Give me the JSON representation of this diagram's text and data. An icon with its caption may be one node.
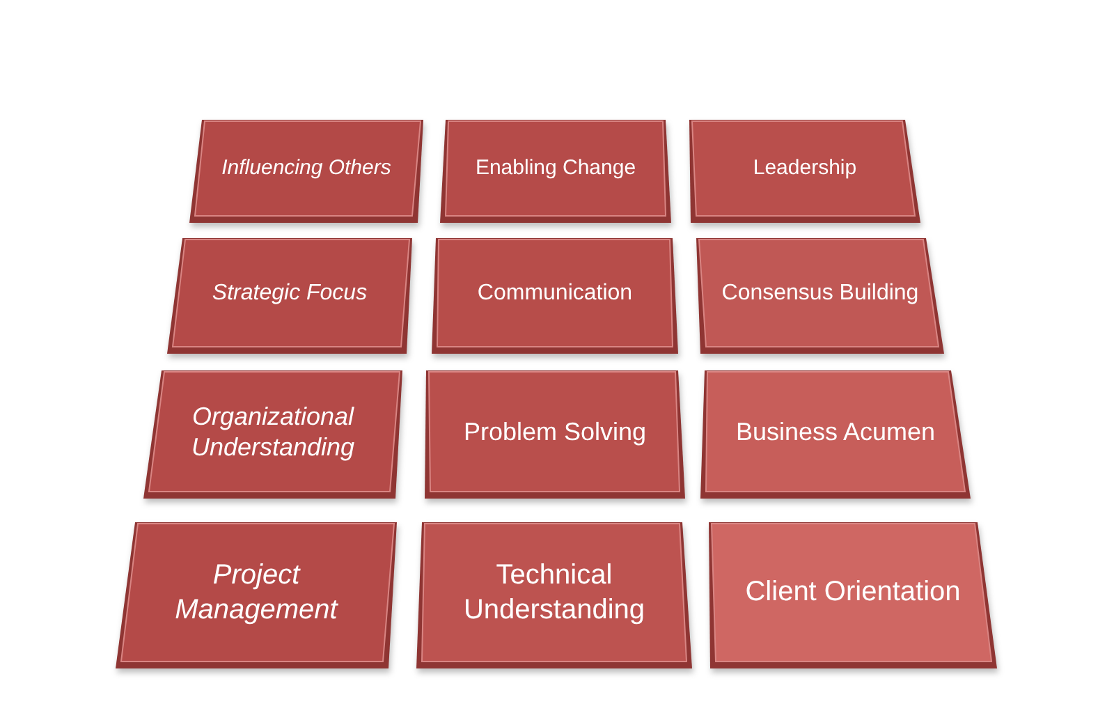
{
  "diagram": {
    "nodes": [
      {
        "text": [
          "Influencing Others"
        ]
      },
      {
        "text": [
          "Enabling Change"
        ]
      },
      {
        "text": [
          "Leadership"
        ]
      },
      {
        "text": [
          "Strategic Focus"
        ]
      },
      {
        "text": [
          "Communication"
        ]
      },
      {
        "text": [
          "Consensus Building"
        ]
      },
      {
        "text": [
          "Organizational Understanding"
        ]
      },
      {
        "text": [
          "Problem Solving"
        ]
      },
      {
        "text": [
          "Business Acumen"
        ]
      },
      {
        "text": [
          "Project Management"
        ]
      },
      {
        "text": [
          "Technical Understanding"
        ]
      },
      {
        "text": [
          "Client Orientation"
        ]
      }
    ]
  }
}
